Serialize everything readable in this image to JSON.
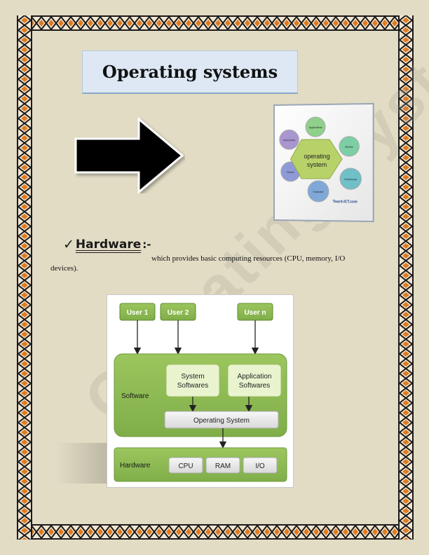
{
  "document": {
    "title": "Operating systems",
    "watermark": "Operating System"
  },
  "os_image": {
    "center_label_line1": "operating",
    "center_label_line2": "system",
    "nodes": [
      "Applications",
      "Monitor",
      "Peripherals",
      "Keyboard",
      "Mouse",
      "Disk Drives"
    ],
    "brand": "Teach-ICT.com"
  },
  "section": {
    "check_glyph": "✓",
    "heading": "Hardware",
    "heading_suffix": ":-",
    "description_line1": "which provides basic computing resources (CPU, memory, I/O",
    "description_line2": "devices)."
  },
  "diagram": {
    "users": [
      "User 1",
      "User 2",
      "User n"
    ],
    "software_label": "Software",
    "system_softwares": [
      "System",
      "Softwares"
    ],
    "application_softwares": [
      "Application",
      "Softwares"
    ],
    "operating_system": "Operating System",
    "hardware_label": "Hardware",
    "hardware_items": [
      "CPU",
      "RAM",
      "I/O"
    ]
  },
  "colors": {
    "page_background": "#e2dcc5",
    "title_box": "#dde8f4",
    "diagram_green": "#8db85a",
    "diagram_green_dark": "#6e9a3c",
    "diagram_light": "#e9f4cf",
    "border_orange": "#e07a1f"
  }
}
